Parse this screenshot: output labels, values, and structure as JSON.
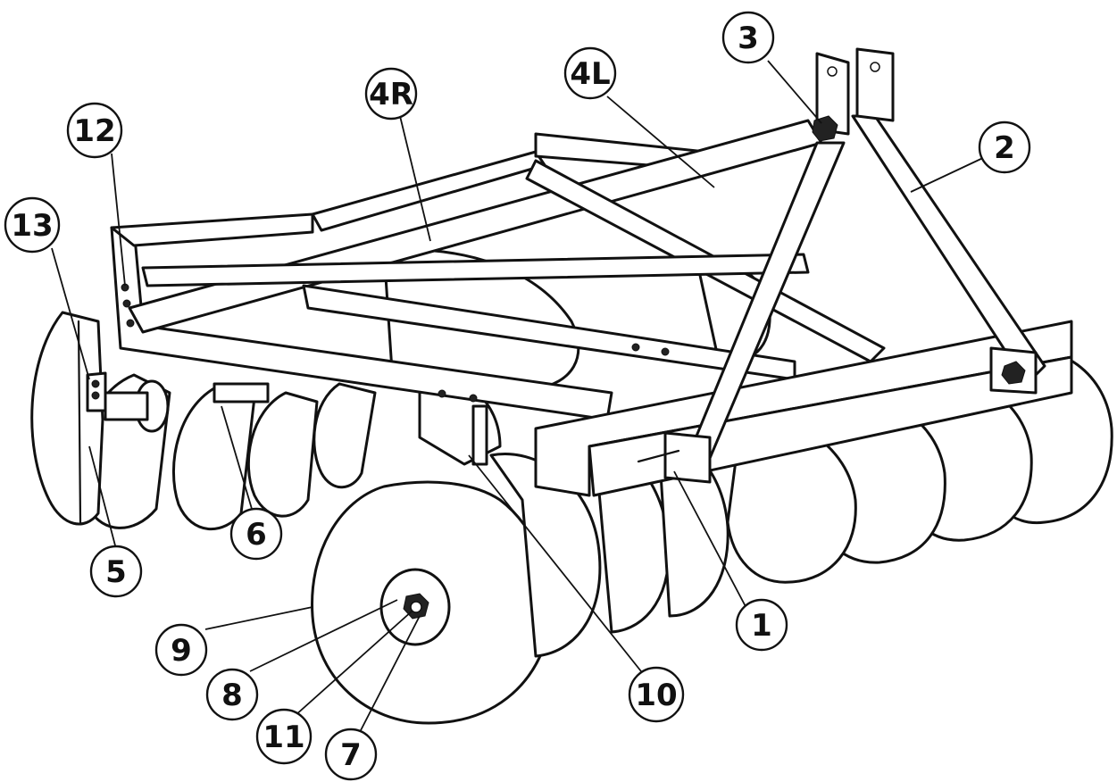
{
  "callouts": [
    {
      "id": "1",
      "label": "1"
    },
    {
      "id": "2",
      "label": "2"
    },
    {
      "id": "3",
      "label": "3"
    },
    {
      "id": "4L",
      "label": "4L"
    },
    {
      "id": "4R",
      "label": "4R"
    },
    {
      "id": "5",
      "label": "5"
    },
    {
      "id": "6",
      "label": "6"
    },
    {
      "id": "7",
      "label": "7"
    },
    {
      "id": "8",
      "label": "8"
    },
    {
      "id": "9",
      "label": "9"
    },
    {
      "id": "10",
      "label": "10"
    },
    {
      "id": "11",
      "label": "11"
    },
    {
      "id": "12",
      "label": "12"
    },
    {
      "id": "13",
      "label": "13"
    }
  ],
  "colors": {
    "line": "#111111",
    "background": "#ffffff"
  }
}
